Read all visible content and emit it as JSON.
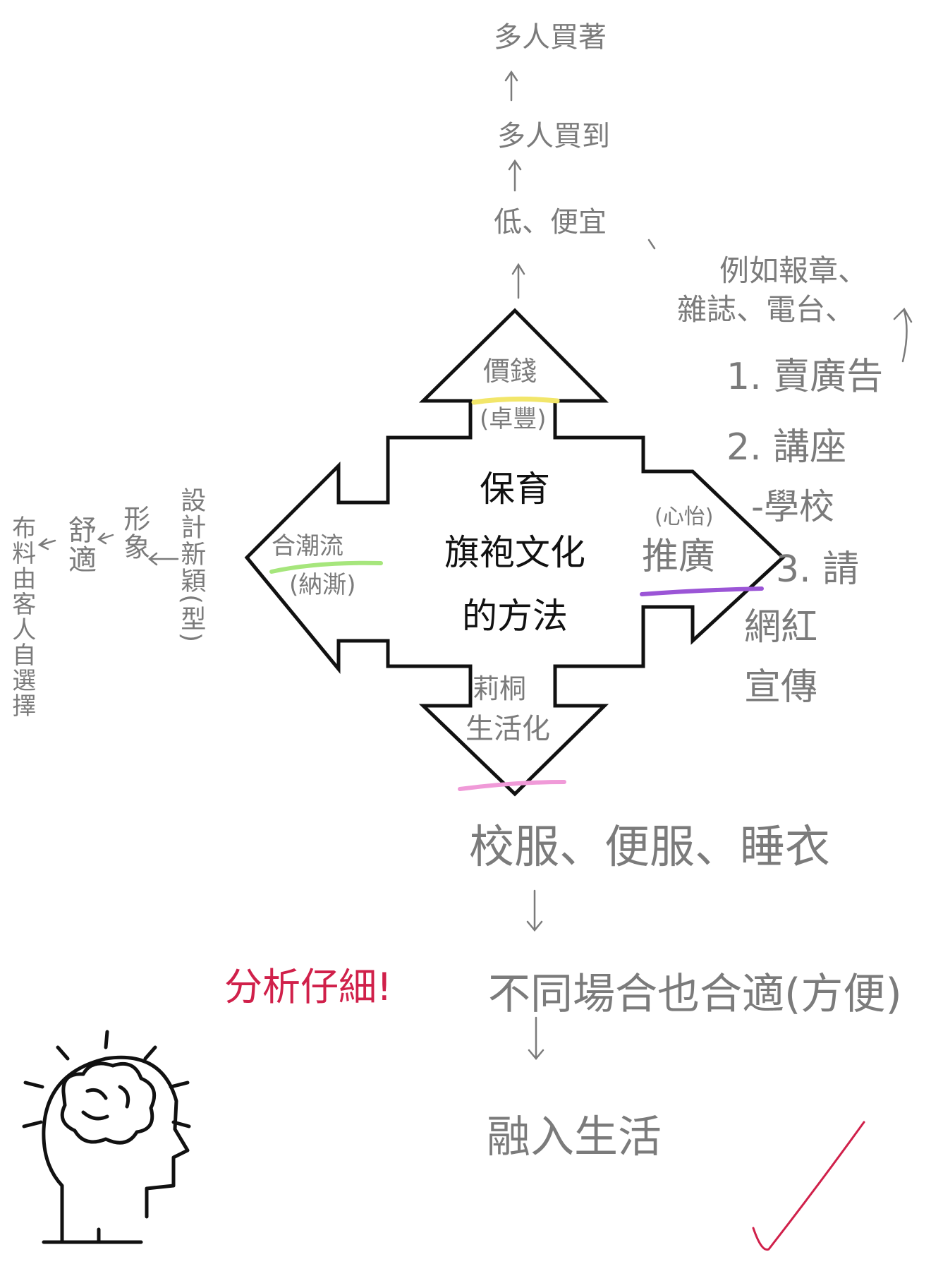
{
  "colors": {
    "outline": "#111111",
    "pencil": "#7b7b7b",
    "red_ink": "#d0204a",
    "highlight_yellow": "#f2e66a",
    "highlight_green": "#a6e67c",
    "highlight_purple": "#9b55d6",
    "highlight_pink": "#f09ad8"
  },
  "center": {
    "line1": "保育",
    "line2": "旗袍文化",
    "line3": "的方法"
  },
  "arrow_up": {
    "label": "價錢",
    "sub": "(卓豐)",
    "chain": [
      "低、便宜",
      "多人買到",
      "多人買著"
    ]
  },
  "arrow_right": {
    "label": "推廣",
    "sub": "(心怡)",
    "example": [
      "例如報章、",
      "雜誌、電台、"
    ],
    "items": [
      "1. 賣廣告",
      "2. 講座",
      "-學校",
      "3. 請",
      "網紅",
      "宣傳"
    ]
  },
  "arrow_left": {
    "label": "合潮流",
    "sub": "(納澌)",
    "chain": [
      "設計新穎(型)",
      "形象",
      "舒適",
      "布料由客人自選擇"
    ]
  },
  "arrow_down": {
    "label_top": "莉桐",
    "label": "生活化",
    "chain": [
      "校服、便服、睡衣",
      "不同場合也合適(方便)",
      "融入生活"
    ]
  },
  "teacher_comment": "分析仔細!",
  "icons": [
    "brain-head-icon",
    "check-mark-icon"
  ]
}
